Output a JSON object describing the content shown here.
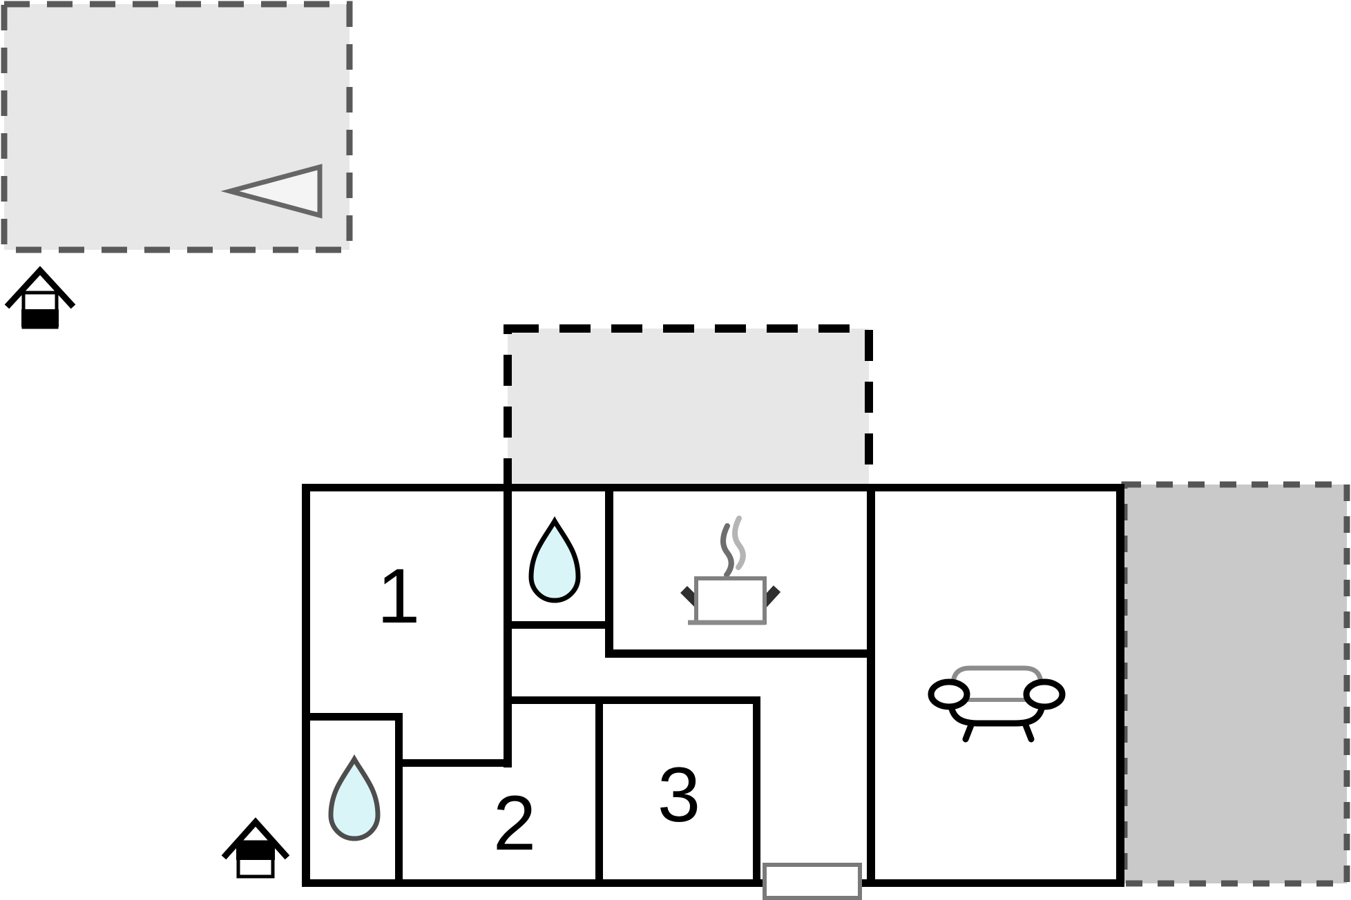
{
  "plan": {
    "rooms": [
      {
        "label": "1"
      },
      {
        "label": "2"
      },
      {
        "label": "3"
      }
    ],
    "icons": [
      "house-icon-top",
      "house-icon-bottom",
      "direction-arrow-icon",
      "water-drop-icon-bathroom-top",
      "water-drop-icon-bathroom-bottom",
      "cooking-pot-icon",
      "sofa-icon",
      "entrance-door"
    ]
  },
  "colors": {
    "wall": "#000000",
    "floor": "#ffffff",
    "terrace_top_left_fill": "#e7e7e7",
    "terrace_top_left_dash": "#5a5a5a",
    "terrace_middle_fill": "#e7e7e7",
    "terrace_middle_dash": "#000000",
    "terrace_right_fill": "#c9c9c9",
    "terrace_right_dash": "#555555",
    "water_drop_fill": "#d9f5f8",
    "arrow_fill": "#f4f4f4",
    "arrow_stroke": "#666666",
    "door_stroke": "#7a7a7a",
    "gray_furniture_stroke": "#8c8c8c"
  }
}
